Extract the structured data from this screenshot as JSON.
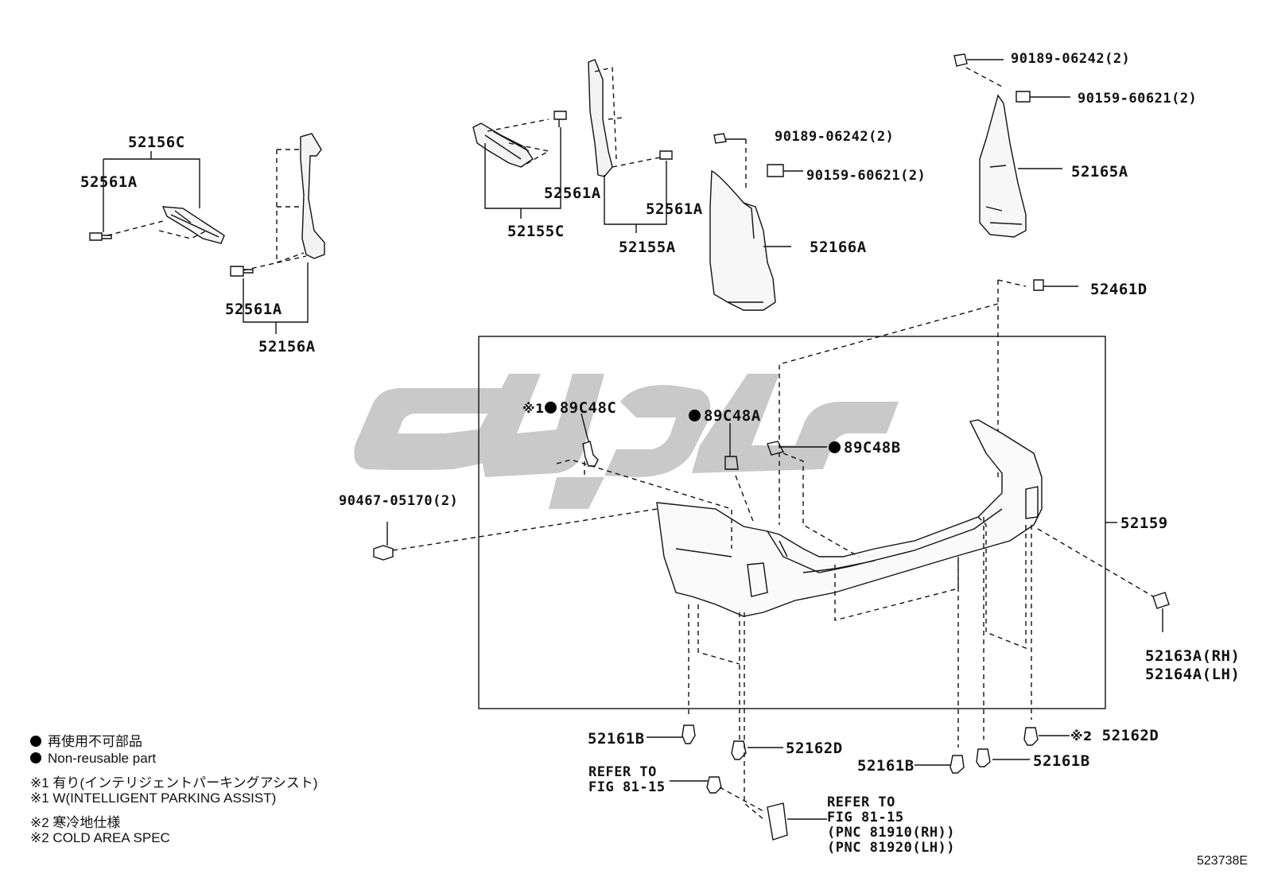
{
  "labels": {
    "p52156C": "52156C",
    "p52561A_1": "52561A",
    "p52561A_2": "52561A",
    "p52156A": "52156A",
    "p52561A_3": "52561A",
    "p52155C": "52155C",
    "p52561A_4": "52561A",
    "p52155A": "52155A",
    "p90189_a": "90189-06242(2)",
    "p90159_a": "90159-60621(2)",
    "p52166A": "52166A",
    "p90189_b": "90189-06242(2)",
    "p90159_b": "90159-60621(2)",
    "p52165A": "52165A",
    "p52461D": "52461D",
    "p89C48C_pre": "※1",
    "p89C48C": "89C48C",
    "p89C48A": "89C48A",
    "p89C48B": "89C48B",
    "p90467": "90467-05170(2)",
    "p52159": "52159",
    "p52163A": "52163A(RH)",
    "p52164A": "52164A(LH)",
    "p52161B_1": "52161B",
    "p52162D_1": "52162D",
    "p52161B_2": "52161B",
    "p52161B_3": "52161B",
    "p52162D_2_pre": "※2",
    "p52162D_2": "52162D",
    "refer1_l1": "REFER TO",
    "refer1_l2": "FIG 81-15",
    "refer2_l1": "REFER TO",
    "refer2_l2": "FIG 81-15",
    "refer2_l3": "(PNC 81910(RH))",
    "refer2_l4": "(PNC 81920(LH))"
  },
  "legend": {
    "line1": "再使用不可部品",
    "line2": "Non-reusable part",
    "line3": "※1 有り(インテリジェントパーキングアシスト)",
    "line4": "※1 W(INTELLIGENT PARKING ASSIST)",
    "line5": "※2 寒冷地仕様",
    "line6": "※2 COLD AREA SPEC"
  },
  "figure_id": "523738E",
  "colors": {
    "line": "#111111",
    "watermark": "#c8c8c8"
  }
}
